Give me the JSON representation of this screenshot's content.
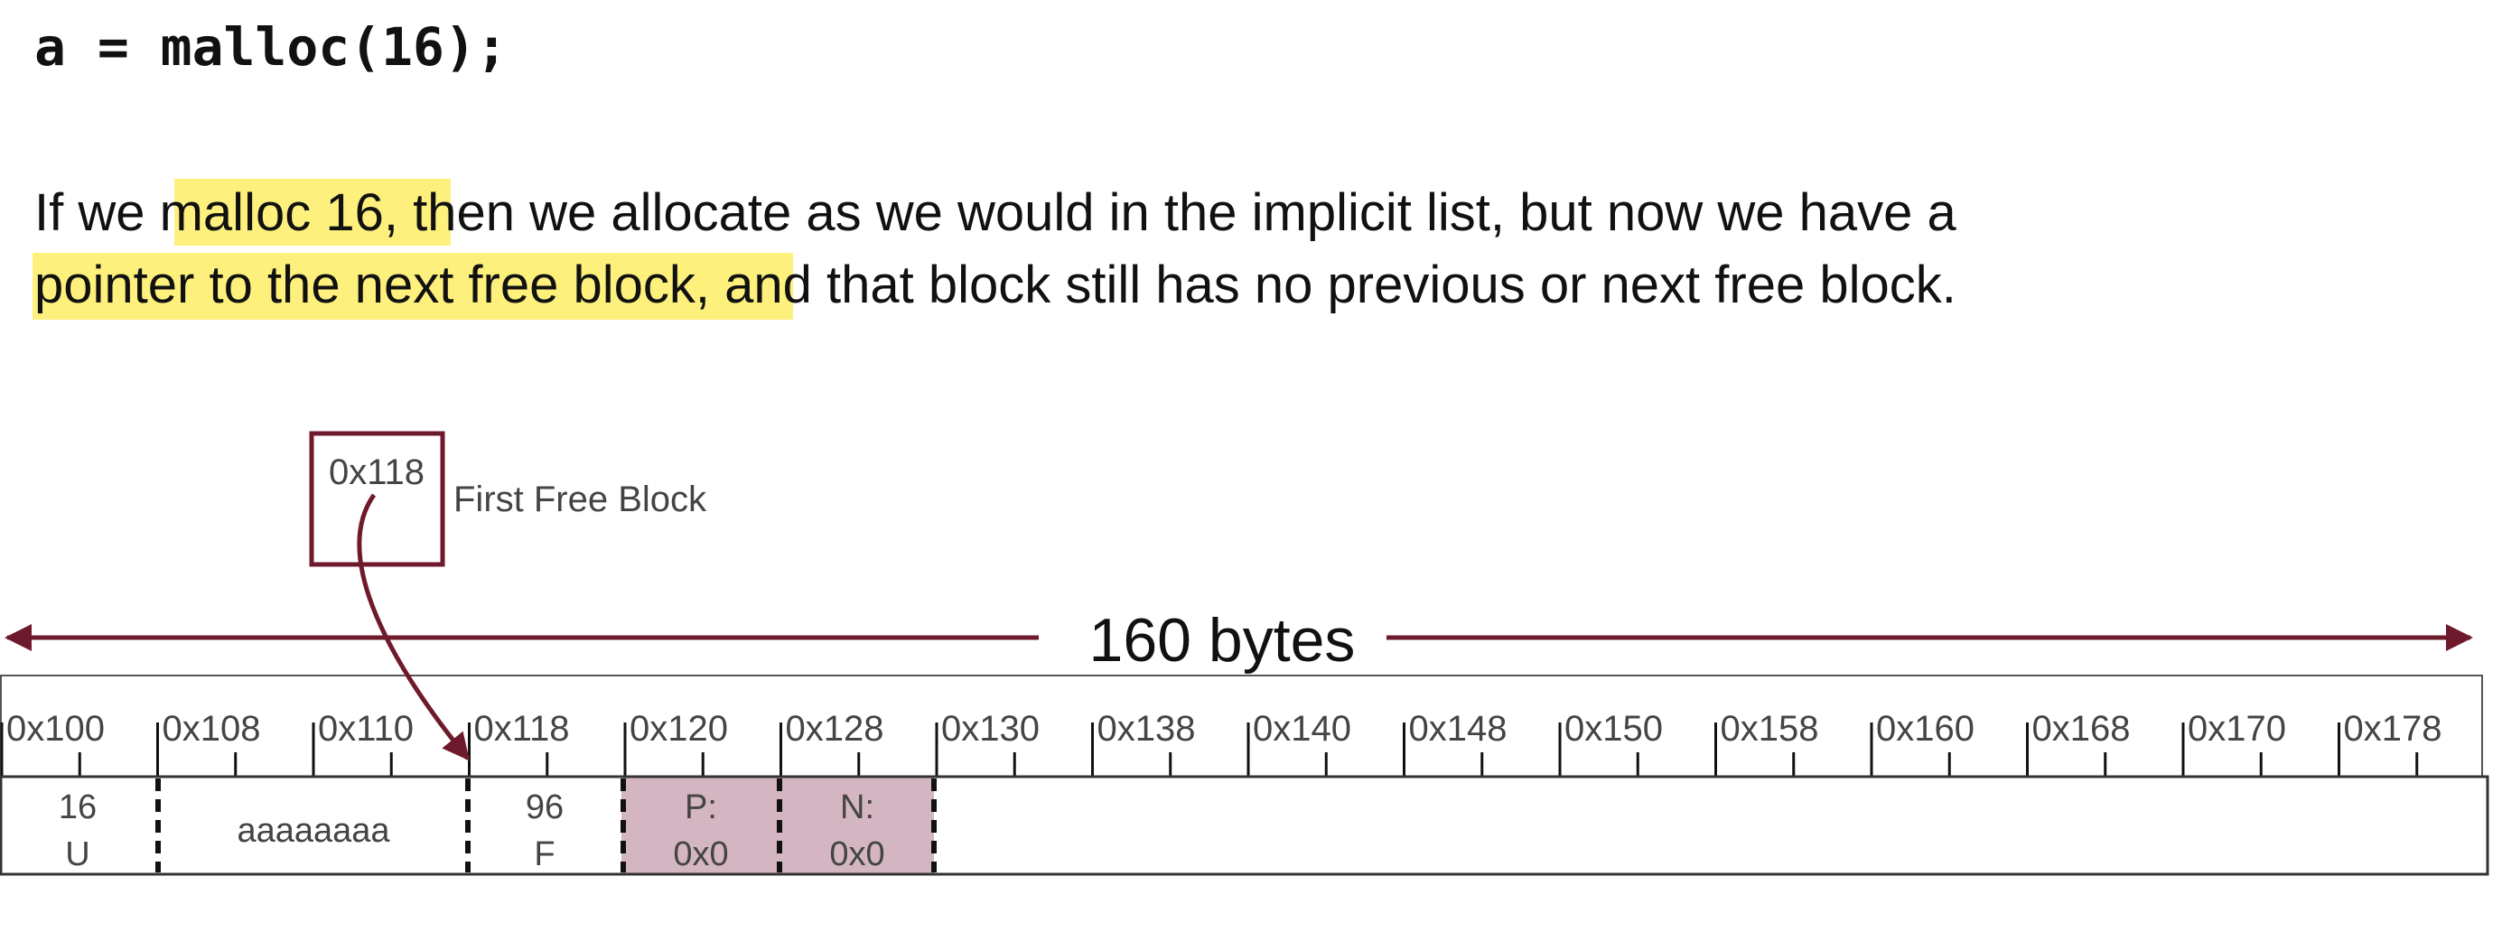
{
  "code_line": "a = malloc(16);",
  "paragraph": {
    "line1": {
      "before": "If we ",
      "highlight": "malloc 16,",
      "after": " then we allocate as we would in the implicit list, but now we have a"
    },
    "line2": {
      "highlight": "pointer to the next free block",
      "after": ", and that block still has no previous or next free block."
    }
  },
  "free_pointer": {
    "value": "0x118",
    "label": "First Free Block"
  },
  "span_label": "160 bytes",
  "addresses": [
    "0x100",
    "0x108",
    "0x110",
    "0x118",
    "0x120",
    "0x128",
    "0x130",
    "0x138",
    "0x140",
    "0x148",
    "0x150",
    "0x158",
    "0x160",
    "0x168",
    "0x170",
    "0x178"
  ],
  "cells": {
    "header_size": "16",
    "header_status": "U",
    "payload": "aaaaaaaa",
    "free_size": "96",
    "free_status": "F",
    "prev_label": "P:",
    "prev_value": "0x0",
    "next_label": "N:",
    "next_value": "0x0"
  },
  "colors": {
    "highlight": "#fdf07c",
    "maroon": "#6f1a2c",
    "free_fill": "#d4b5c2",
    "text": "#111111",
    "label_text": "#444444"
  }
}
